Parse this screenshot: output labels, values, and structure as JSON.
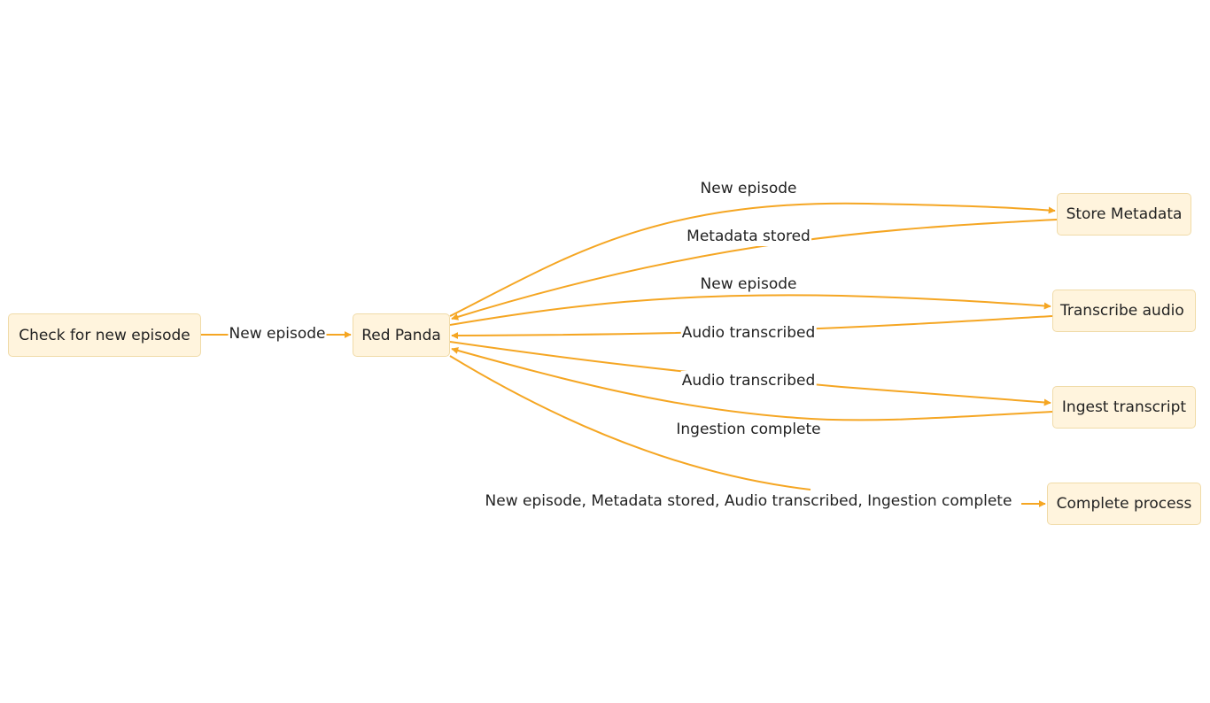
{
  "diagram": {
    "type": "flowchart",
    "direction": "left-to-right",
    "colors": {
      "node_fill": "#fff4dd",
      "node_border": "#f0dba8",
      "edge": "#f5a623",
      "text": "#222222",
      "background": "#ffffff"
    },
    "nodes": [
      {
        "id": "check",
        "label": "Check for new episode"
      },
      {
        "id": "redpanda",
        "label": "Red Panda"
      },
      {
        "id": "store",
        "label": "Store Metadata"
      },
      {
        "id": "transcribe",
        "label": "Transcribe audio"
      },
      {
        "id": "ingest",
        "label": "Ingest transcript"
      },
      {
        "id": "complete",
        "label": "Complete process"
      }
    ],
    "edges": [
      {
        "id": "e1",
        "from": "check",
        "to": "redpanda",
        "label": "New episode"
      },
      {
        "id": "e2",
        "from": "redpanda",
        "to": "store",
        "label": "New episode"
      },
      {
        "id": "e3",
        "from": "store",
        "to": "redpanda",
        "label": "Metadata stored"
      },
      {
        "id": "e4",
        "from": "redpanda",
        "to": "transcribe",
        "label": "New episode"
      },
      {
        "id": "e5",
        "from": "transcribe",
        "to": "redpanda",
        "label": "Audio transcribed"
      },
      {
        "id": "e6",
        "from": "redpanda",
        "to": "ingest",
        "label": "Audio transcribed"
      },
      {
        "id": "e7",
        "from": "ingest",
        "to": "redpanda",
        "label": "Ingestion complete"
      },
      {
        "id": "e8",
        "from": "redpanda",
        "to": "complete",
        "label": "New episode, Metadata stored, Audio transcribed, Ingestion complete"
      }
    ]
  }
}
